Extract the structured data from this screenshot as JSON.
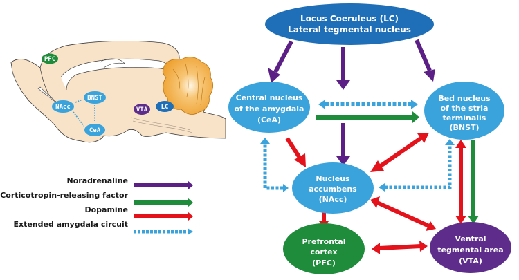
{
  "colors": {
    "noradrenaline": "#5c1f86",
    "crf": "#1e8c3a",
    "dopamine": "#e3121b",
    "extended_amygdala": "#3aa3dc",
    "node_light_blue": "#3aa3dc",
    "node_dark_blue": "#1f6fb8",
    "node_green": "#1e8c3a",
    "node_purple": "#5e2c8a",
    "brain_fill": "#f8e3c8",
    "cerebellum": "#f2a93b"
  },
  "nodes": {
    "lc": {
      "line1": "Locus Coeruleus (LC)",
      "line2": "Lateral tegmental nucleus"
    },
    "cea": {
      "line1": "Central nucleus",
      "line2": "of the amygdala",
      "line3": "(CeA)"
    },
    "bnst": {
      "line1": "Bed nucleus",
      "line2": "of the stria",
      "line3": "terminalis",
      "line4": "(BNST)"
    },
    "nacc": {
      "line1": "Nucleus",
      "line2": "accumbens",
      "line3": "(NAcc)"
    },
    "pfc": {
      "line1": "Prefrontal",
      "line2": "cortex",
      "line3": "(PFC)"
    },
    "vta": {
      "line1": "Ventral",
      "line2": "tegmental area",
      "line3": "(VTA)"
    }
  },
  "brain_labels": {
    "pfc": "PFC",
    "nacc": "NAcc",
    "bnst": "BNST",
    "cea": "CeA",
    "vta": "VTA",
    "lc": "LC"
  },
  "legend": [
    {
      "label": "Noradrenaline",
      "type": "noradrenaline"
    },
    {
      "label": "Corticotropin-releasing factor",
      "type": "crf"
    },
    {
      "label": "Dopamine",
      "type": "dopamine"
    },
    {
      "label": "Extended amygdala circuit",
      "type": "extended_amygdala"
    }
  ]
}
